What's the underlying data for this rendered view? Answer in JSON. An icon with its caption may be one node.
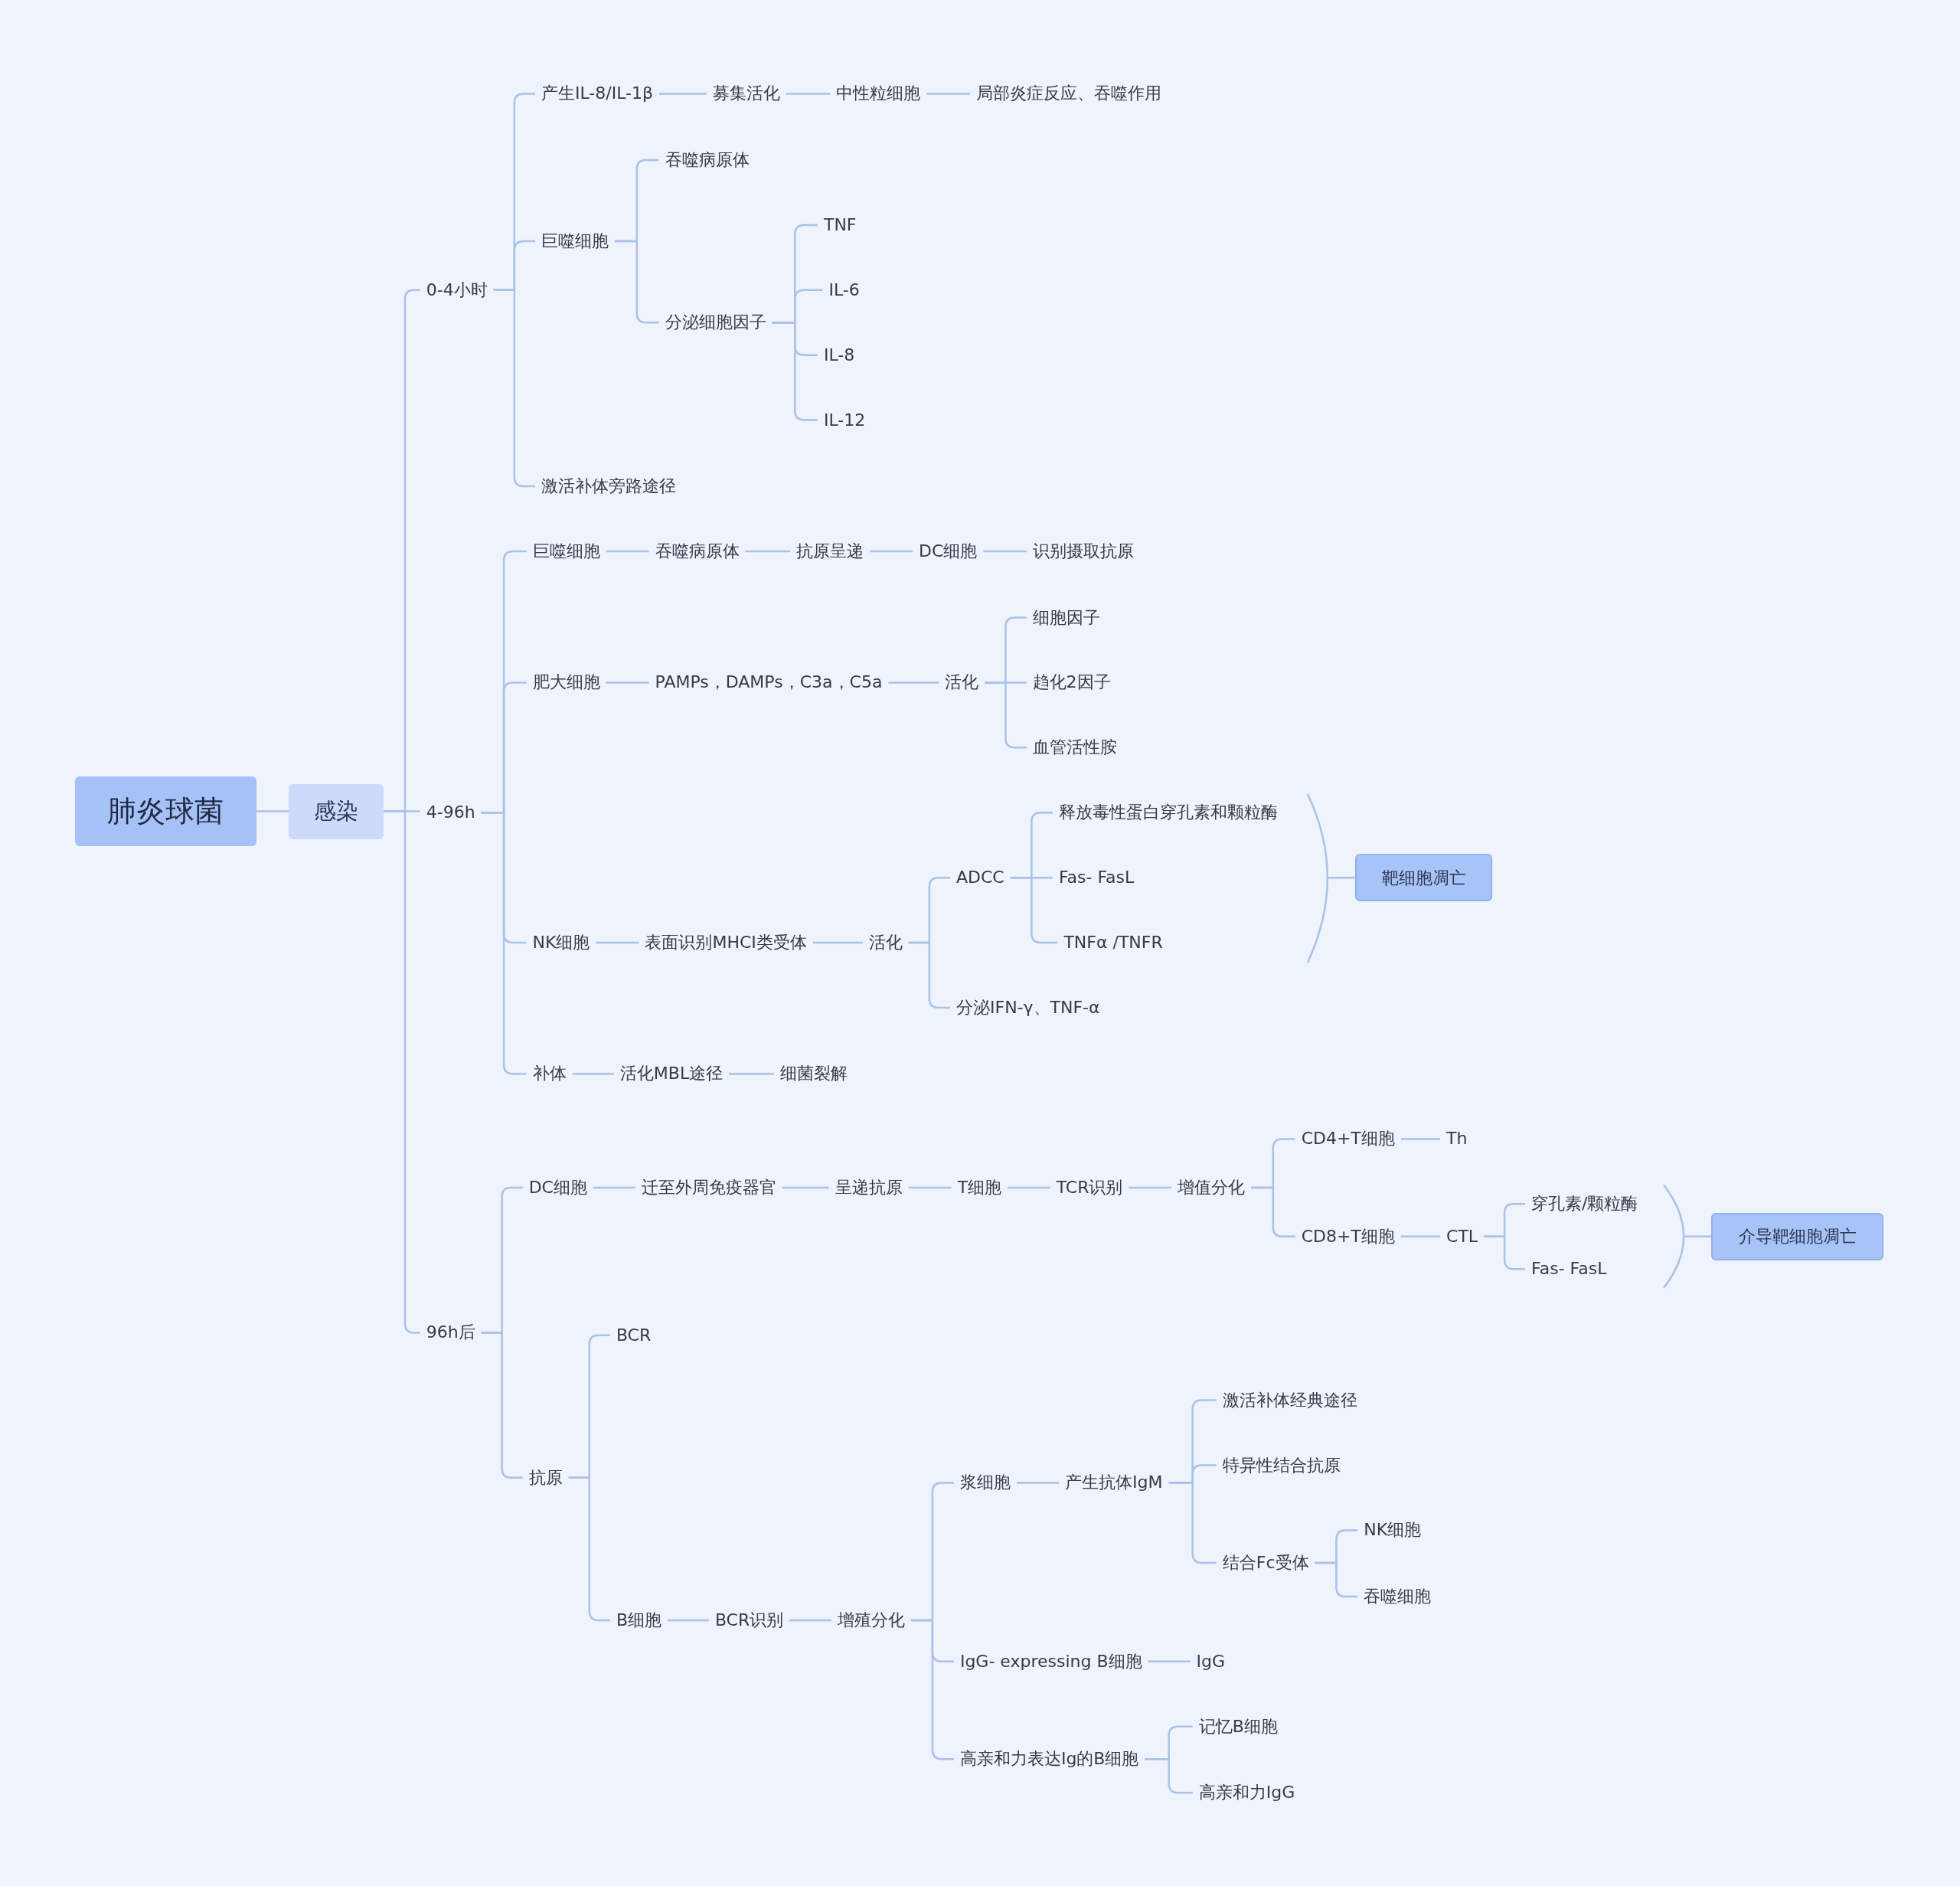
{
  "diagram": {
    "nodes": [
      {
        "text": [
          "肺炎球菌"
        ]
      },
      {
        "text": [
          "感染"
        ]
      },
      {
        "text": [
          "0-4小时"
        ]
      },
      {
        "text": [
          "产生IL-8/IL-1β"
        ]
      },
      {
        "text": [
          "募集活化"
        ]
      },
      {
        "text": [
          "中性粒细胞"
        ]
      },
      {
        "text": [
          "局部炎症反应、吞噬作用"
        ]
      },
      {
        "text": [
          "巨噬细胞"
        ]
      },
      {
        "text": [
          "吞噬病原体"
        ]
      },
      {
        "text": [
          "分泌细胞因子"
        ]
      },
      {
        "text": [
          "TNF"
        ]
      },
      {
        "text": [
          "IL-6"
        ]
      },
      {
        "text": [
          "IL-8"
        ]
      },
      {
        "text": [
          "IL-12"
        ]
      },
      {
        "text": [
          "激活补体旁路途径"
        ]
      },
      {
        "text": [
          "4-96h"
        ]
      },
      {
        "text": [
          "巨噬细胞"
        ]
      },
      {
        "text": [
          "吞噬病原体"
        ]
      },
      {
        "text": [
          "抗原呈递"
        ]
      },
      {
        "text": [
          "DC细胞"
        ]
      },
      {
        "text": [
          "识别摄取抗原"
        ]
      },
      {
        "text": [
          "肥大细胞"
        ]
      },
      {
        "text": [
          "PAMPs，DAMPs，C3a，C5a"
        ]
      },
      {
        "text": [
          "活化"
        ]
      },
      {
        "text": [
          "细胞因子"
        ]
      },
      {
        "text": [
          "趋化2因子"
        ]
      },
      {
        "text": [
          "血管活性胺"
        ]
      },
      {
        "text": [
          "NK细胞"
        ]
      },
      {
        "text": [
          "表面识别MHCI类受体"
        ]
      },
      {
        "text": [
          "活化"
        ]
      },
      {
        "text": [
          "ADCC"
        ]
      },
      {
        "text": [
          "释放毒性蛋白穿孔素和颗粒酶"
        ]
      },
      {
        "text": [
          "Fas- FasL"
        ]
      },
      {
        "text": [
          "TNFα /TNFR"
        ]
      },
      {
        "text": [
          "靶细胞凋亡"
        ]
      },
      {
        "text": [
          "分泌IFN-γ、TNF-α"
        ]
      },
      {
        "text": [
          "补体"
        ]
      },
      {
        "text": [
          "活化MBL途径"
        ]
      },
      {
        "text": [
          "细菌裂解"
        ]
      },
      {
        "text": [
          "96h后"
        ]
      },
      {
        "text": [
          "DC细胞"
        ]
      },
      {
        "text": [
          "迁至外周免疫器官"
        ]
      },
      {
        "text": [
          "呈递抗原"
        ]
      },
      {
        "text": [
          "T细胞"
        ]
      },
      {
        "text": [
          "TCR识别"
        ]
      },
      {
        "text": [
          "增值分化"
        ]
      },
      {
        "text": [
          "CD4+T细胞"
        ]
      },
      {
        "text": [
          "Th"
        ]
      },
      {
        "text": [
          "CD8+T细胞"
        ]
      },
      {
        "text": [
          "CTL"
        ]
      },
      {
        "text": [
          "穿孔素/颗粒酶"
        ]
      },
      {
        "text": [
          "Fas- FasL"
        ]
      },
      {
        "text": [
          "介导靶细胞凋亡"
        ]
      },
      {
        "text": [
          "抗原"
        ]
      },
      {
        "text": [
          "BCR"
        ]
      },
      {
        "text": [
          "B细胞"
        ]
      },
      {
        "text": [
          "BCR识别"
        ]
      },
      {
        "text": [
          "增殖分化"
        ]
      },
      {
        "text": [
          "浆细胞"
        ]
      },
      {
        "text": [
          "产生抗体IgM"
        ]
      },
      {
        "text": [
          "激活补体经典途径"
        ]
      },
      {
        "text": [
          "特异性结合抗原"
        ]
      },
      {
        "text": [
          "结合Fc受体"
        ]
      },
      {
        "text": [
          "NK细胞"
        ]
      },
      {
        "text": [
          "吞噬细胞"
        ]
      },
      {
        "text": [
          "IgG- expressing B细胞"
        ]
      },
      {
        "text": [
          "IgG"
        ]
      },
      {
        "text": [
          "高亲和力表达Ig的B细胞"
        ]
      },
      {
        "text": [
          "记忆B细胞"
        ]
      },
      {
        "text": [
          "高亲和力IgG"
        ]
      }
    ],
    "edges": [
      {
        "from": 0,
        "to": 1,
        "arrow": "none"
      },
      {
        "from": 1,
        "to": 2,
        "arrow": "none"
      },
      {
        "from": 1,
        "to": 15,
        "arrow": "none"
      },
      {
        "from": 1,
        "to": 39,
        "arrow": "none"
      },
      {
        "from": 2,
        "to": 3,
        "arrow": "none"
      },
      {
        "from": 3,
        "to": 4,
        "arrow": "none"
      },
      {
        "from": 4,
        "to": 5,
        "arrow": "none"
      },
      {
        "from": 5,
        "to": 6,
        "arrow": "none"
      },
      {
        "from": 2,
        "to": 7,
        "arrow": "none"
      },
      {
        "from": 7,
        "to": 8,
        "arrow": "none"
      },
      {
        "from": 7,
        "to": 9,
        "arrow": "none"
      },
      {
        "from": 9,
        "to": 10,
        "arrow": "none"
      },
      {
        "from": 9,
        "to": 11,
        "arrow": "none"
      },
      {
        "from": 9,
        "to": 12,
        "arrow": "none"
      },
      {
        "from": 9,
        "to": 13,
        "arrow": "none"
      },
      {
        "from": 2,
        "to": 14,
        "arrow": "none"
      },
      {
        "from": 15,
        "to": 16,
        "arrow": "none"
      },
      {
        "from": 16,
        "to": 17,
        "arrow": "none"
      },
      {
        "from": 17,
        "to": 18,
        "arrow": "none"
      },
      {
        "from": 18,
        "to": 19,
        "arrow": "none"
      },
      {
        "from": 19,
        "to": 20,
        "arrow": "none"
      },
      {
        "from": 15,
        "to": 21,
        "arrow": "none"
      },
      {
        "from": 21,
        "to": 22,
        "arrow": "none"
      },
      {
        "from": 22,
        "to": 23,
        "arrow": "none"
      },
      {
        "from": 23,
        "to": 24,
        "arrow": "none"
      },
      {
        "from": 23,
        "to": 25,
        "arrow": "none"
      },
      {
        "from": 23,
        "to": 26,
        "arrow": "none"
      },
      {
        "from": 15,
        "to": 27,
        "arrow": "none"
      },
      {
        "from": 27,
        "to": 28,
        "arrow": "none"
      },
      {
        "from": 28,
        "to": 29,
        "arrow": "none"
      },
      {
        "from": 29,
        "to": 30,
        "arrow": "none"
      },
      {
        "from": 30,
        "to": 31,
        "arrow": "none"
      },
      {
        "from": 30,
        "to": 32,
        "arrow": "none"
      },
      {
        "from": 30,
        "to": 33,
        "arrow": "none"
      },
      {
        "from": null,
        "to": 34,
        "arrow": "none"
      },
      {
        "from": 29,
        "to": 35,
        "arrow": "none"
      },
      {
        "from": 15,
        "to": 36,
        "arrow": "none"
      },
      {
        "from": 36,
        "to": 37,
        "arrow": "none"
      },
      {
        "from": 37,
        "to": 38,
        "arrow": "none"
      },
      {
        "from": 39,
        "to": 40,
        "arrow": "none"
      },
      {
        "from": 40,
        "to": 41,
        "arrow": "none"
      },
      {
        "from": 41,
        "to": 42,
        "arrow": "none"
      },
      {
        "from": 42,
        "to": 43,
        "arrow": "none"
      },
      {
        "from": 43,
        "to": 44,
        "arrow": "none"
      },
      {
        "from": 44,
        "to": 45,
        "arrow": "none"
      },
      {
        "from": 45,
        "to": 46,
        "arrow": "none"
      },
      {
        "from": 46,
        "to": 47,
        "arrow": "none"
      },
      {
        "from": 45,
        "to": 48,
        "arrow": "none"
      },
      {
        "from": 48,
        "to": 49,
        "arrow": "none"
      },
      {
        "from": 49,
        "to": 50,
        "arrow": "none"
      },
      {
        "from": 49,
        "to": 51,
        "arrow": "none"
      },
      {
        "from": null,
        "to": 52,
        "arrow": "none"
      },
      {
        "from": 39,
        "to": 53,
        "arrow": "none"
      },
      {
        "from": 53,
        "to": 54,
        "arrow": "none"
      },
      {
        "from": 53,
        "to": 55,
        "arrow": "none"
      },
      {
        "from": 55,
        "to": 56,
        "arrow": "none"
      },
      {
        "from": 56,
        "to": 57,
        "arrow": "none"
      },
      {
        "from": 57,
        "to": 58,
        "arrow": "none"
      },
      {
        "from": 58,
        "to": 59,
        "arrow": "none"
      },
      {
        "from": 59,
        "to": 60,
        "arrow": "none"
      },
      {
        "from": 59,
        "to": 61,
        "arrow": "none"
      },
      {
        "from": 59,
        "to": 62,
        "arrow": "none"
      },
      {
        "from": 62,
        "to": 63,
        "arrow": "none"
      },
      {
        "from": 62,
        "to": 64,
        "arrow": "none"
      },
      {
        "from": 57,
        "to": 65,
        "arrow": "none"
      },
      {
        "from": 65,
        "to": 66,
        "arrow": "none"
      },
      {
        "from": 57,
        "to": 67,
        "arrow": "none"
      },
      {
        "from": 67,
        "to": 68,
        "arrow": "none"
      },
      {
        "from": 67,
        "to": 69,
        "arrow": "none"
      }
    ]
  }
}
